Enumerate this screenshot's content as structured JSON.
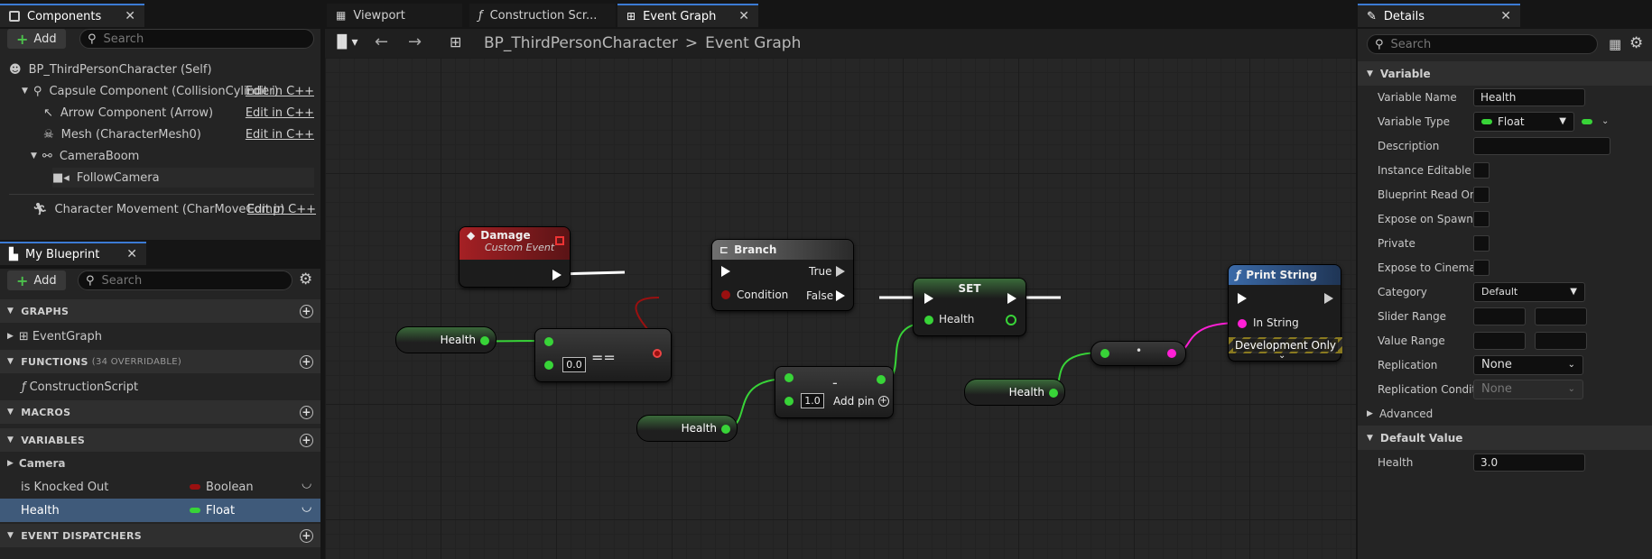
{
  "tabs": {
    "components": "Components",
    "viewport": "Viewport",
    "construction": "Construction Scr...",
    "event_graph": "Event Graph",
    "details": "Details",
    "my_blueprint": "My Blueprint"
  },
  "components_panel": {
    "add_label": "Add",
    "search_placeholder": "Search",
    "items": [
      {
        "label": "BP_ThirdPersonCharacter (Self)",
        "edit": ""
      },
      {
        "label": "Capsule Component (CollisionCylinder)",
        "edit": "Edit in C++"
      },
      {
        "label": "Arrow Component (Arrow)",
        "edit": "Edit in C++"
      },
      {
        "label": "Mesh (CharacterMesh0)",
        "edit": "Edit in C++"
      },
      {
        "label": "CameraBoom",
        "edit": ""
      },
      {
        "label": "FollowCamera",
        "edit": ""
      },
      {
        "label": "Character Movement (CharMoveComp)",
        "edit": "Edit in C++"
      }
    ]
  },
  "my_blueprint": {
    "add_label": "Add",
    "search_placeholder": "Search",
    "graphs_label": "GRAPHS",
    "event_graph_item": "EventGraph",
    "functions_label": "FUNCTIONS",
    "functions_count": "(34 OVERRIDABLE)",
    "construction_item": "ConstructionScript",
    "macros_label": "MACROS",
    "variables_label": "VARIABLES",
    "camera_category": "Camera",
    "variables": [
      {
        "name": "is Knocked Out",
        "type": "Boolean",
        "color": "#9a1010"
      },
      {
        "name": "Health",
        "type": "Float",
        "color": "#38d438"
      }
    ],
    "dispatchers_label": "EVENT DISPATCHERS"
  },
  "toolbar": {
    "breadcrumb_root": "BP_ThirdPersonCharacter",
    "breadcrumb_sep": ">",
    "breadcrumb_leaf": "Event Graph"
  },
  "graph": {
    "damage_title": "Damage",
    "damage_sub": "Custom Event",
    "branch_title": "Branch",
    "branch_true": "True",
    "branch_false": "False",
    "branch_condition": "Condition",
    "set_title": "SET",
    "set_pin": "Health",
    "print_title": "Print String",
    "print_in": "In String",
    "print_dev": "Development Only",
    "health_var": "Health",
    "eq_op": "==",
    "eq_literal": "0.0",
    "minus_op": "-",
    "minus_literal": "1.0",
    "add_pin": "Add pin",
    "conv_op": "•"
  },
  "details": {
    "search_placeholder": "Search",
    "variable_section": "Variable",
    "rows": {
      "variable_name_label": "Variable Name",
      "variable_name_value": "Health",
      "variable_type_label": "Variable Type",
      "variable_type_value": "Float",
      "description_label": "Description",
      "instance_editable_label": "Instance Editable",
      "bp_read_only_label": "Blueprint Read Onl",
      "expose_spawn_label": "Expose on Spawn",
      "private_label": "Private",
      "expose_cinematics_label": "Expose to Cinemat",
      "category_label": "Category",
      "category_value": "Default",
      "slider_range_label": "Slider Range",
      "value_range_label": "Value Range",
      "replication_label": "Replication",
      "replication_value": "None",
      "replication_cond_label": "Replication Conditi",
      "replication_cond_value": "None"
    },
    "advanced_section": "Advanced",
    "default_section": "Default Value",
    "default_health_label": "Health",
    "default_health_value": "3.0"
  },
  "colors": {
    "float_pin": "#38d438",
    "bool_pin": "#9a1010",
    "string_pin": "#ff1fd6",
    "accent": "#3c7bd4"
  }
}
